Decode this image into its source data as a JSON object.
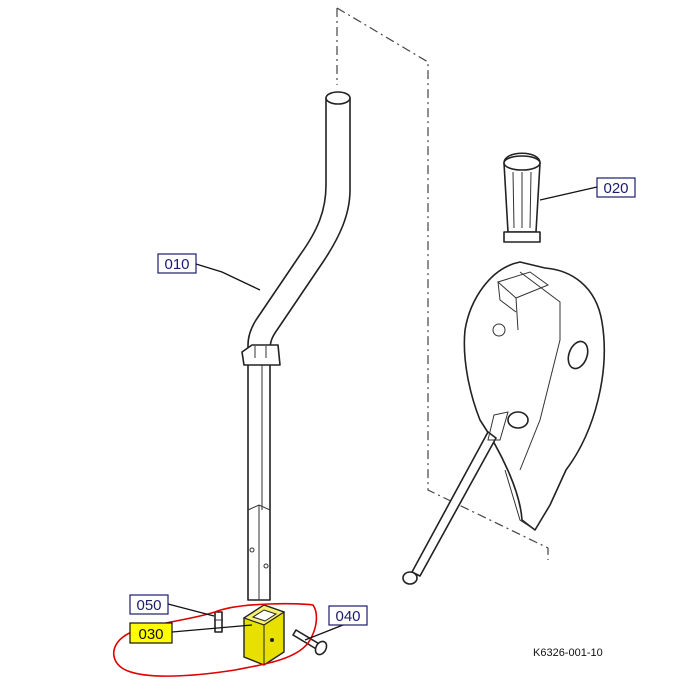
{
  "diagram": {
    "type": "exploded-parts-diagram",
    "callouts": [
      {
        "id": "part-010",
        "label": "010"
      },
      {
        "id": "part-020",
        "label": "020"
      },
      {
        "id": "part-030",
        "label": "030",
        "highlighted": true
      },
      {
        "id": "part-040",
        "label": "040"
      },
      {
        "id": "part-050",
        "label": "050"
      }
    ],
    "document_code": "K6326-001-10",
    "colors": {
      "line": "#222222",
      "callout_text": "#1a1a6e",
      "highlight_fill": "#ffff00",
      "highlight_part": "#e8e000",
      "markup_circle": "#e00000"
    }
  }
}
